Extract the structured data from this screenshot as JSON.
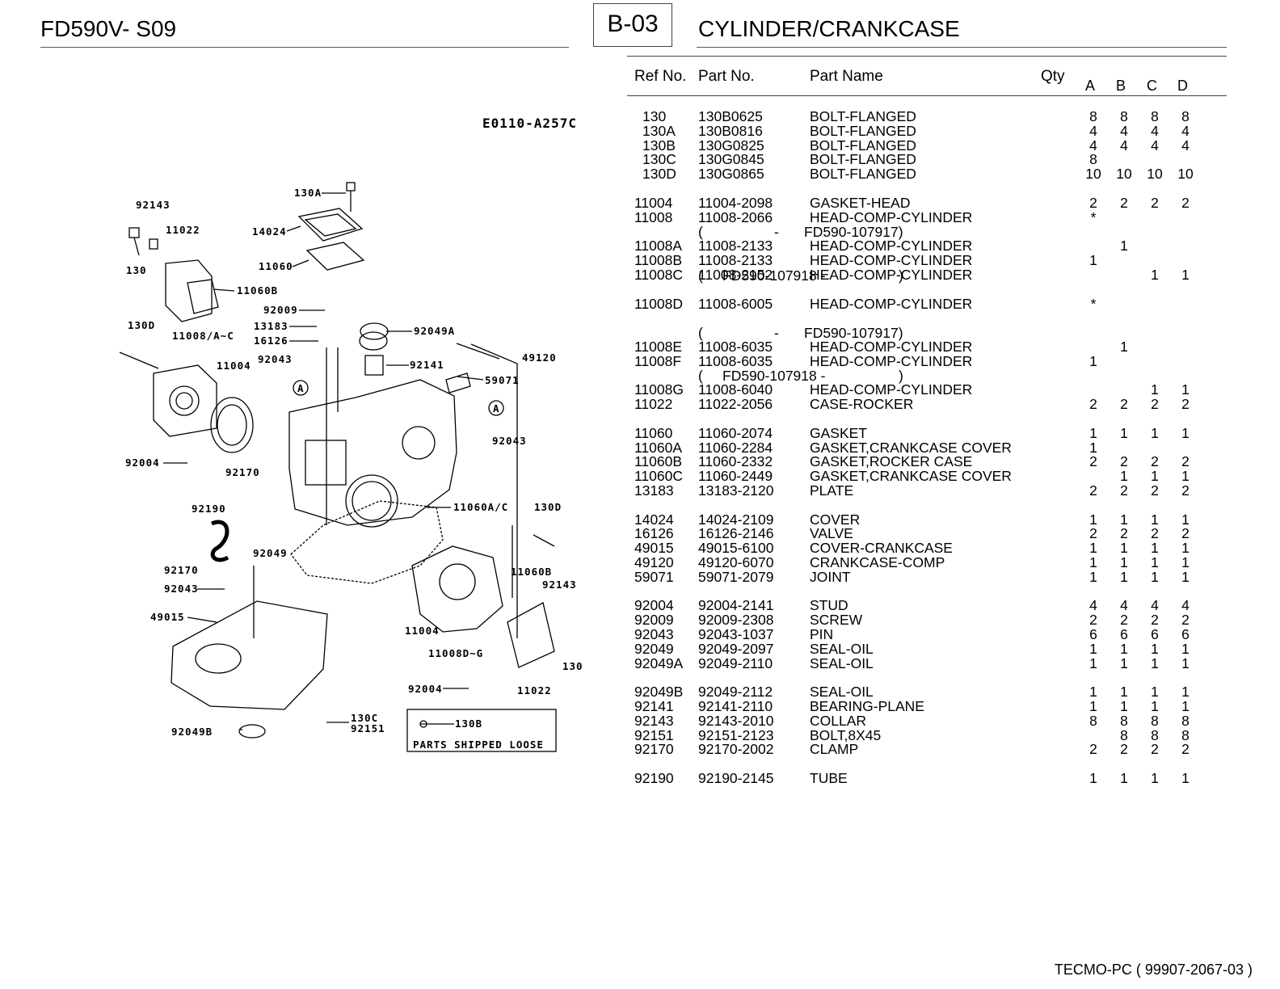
{
  "header": {
    "model": "FD590V- S09",
    "section_code": "B-03",
    "section_title": "CYLINDER/CRANKCASE"
  },
  "table": {
    "columns": {
      "ref": "Ref No.",
      "part": "Part No.",
      "name": "Part Name",
      "qty": "Qty",
      "a": "A",
      "b": "B",
      "c": "C",
      "d": "D"
    },
    "rows": [
      {
        "ref": "130",
        "part": "130B0625",
        "name": "BOLT-FLANGED",
        "a": "8",
        "b": "8",
        "c": "8",
        "d": "8"
      },
      {
        "ref": "130A",
        "part": "130B0816",
        "name": "BOLT-FLANGED",
        "a": "4",
        "b": "4",
        "c": "4",
        "d": "4"
      },
      {
        "ref": "130B",
        "part": "130G0825",
        "name": "BOLT-FLANGED",
        "a": "4",
        "b": "4",
        "c": "4",
        "d": "4"
      },
      {
        "ref": "130C",
        "part": "130G0845",
        "name": "BOLT-FLANGED",
        "a": "8",
        "b": "",
        "c": "",
        "d": ""
      },
      {
        "ref": "130D",
        "part": "130G0865",
        "name": "BOLT-FLANGED",
        "a": "10",
        "b": "10",
        "c": "10",
        "d": "10"
      },
      {
        "ref": "11004",
        "part": "11004-2098",
        "name": "GASKET-HEAD",
        "a": "2",
        "b": "2",
        "c": "2",
        "d": "2"
      },
      {
        "ref": "11008",
        "part": "11008-2066",
        "name": "HEAD-COMP-CYLINDER",
        "a": "*",
        "b": "",
        "c": "",
        "d": ""
      },
      {
        "ref": "11008A",
        "part": "11008-2133",
        "name": "HEAD-COMP-CYLINDER",
        "a": "",
        "b": "1",
        "c": "",
        "d": ""
      },
      {
        "ref": "11008B",
        "part": "11008-2133",
        "name": "HEAD-COMP-CYLINDER",
        "a": "1",
        "b": "",
        "c": "",
        "d": ""
      },
      {
        "ref": "11008C",
        "part": "11008-2152",
        "name": "HEAD-COMP-CYLINDER",
        "a": "",
        "b": "",
        "c": "1",
        "d": "1"
      },
      {
        "ref": "11008D",
        "part": "11008-6005",
        "name": "HEAD-COMP-CYLINDER",
        "a": "*",
        "b": "",
        "c": "",
        "d": ""
      },
      {
        "ref": "11008E",
        "part": "11008-6035",
        "name": "HEAD-COMP-CYLINDER",
        "a": "",
        "b": "1",
        "c": "",
        "d": ""
      },
      {
        "ref": "11008F",
        "part": "11008-6035",
        "name": "HEAD-COMP-CYLINDER",
        "a": "1",
        "b": "",
        "c": "",
        "d": ""
      },
      {
        "ref": "11008G",
        "part": "11008-6040",
        "name": "HEAD-COMP-CYLINDER",
        "a": "",
        "b": "",
        "c": "1",
        "d": "1"
      },
      {
        "ref": "11022",
        "part": "11022-2056",
        "name": "CASE-ROCKER",
        "a": "2",
        "b": "2",
        "c": "2",
        "d": "2"
      },
      {
        "ref": "11060",
        "part": "11060-2074",
        "name": "GASKET",
        "a": "1",
        "b": "1",
        "c": "1",
        "d": "1"
      },
      {
        "ref": "11060A",
        "part": "11060-2284",
        "name": "GASKET,CRANKCASE COVER",
        "a": "1",
        "b": "",
        "c": "",
        "d": ""
      },
      {
        "ref": "11060B",
        "part": "11060-2332",
        "name": "GASKET,ROCKER CASE",
        "a": "2",
        "b": "2",
        "c": "2",
        "d": "2"
      },
      {
        "ref": "11060C",
        "part": "11060-2449",
        "name": "GASKET,CRANKCASE COVER",
        "a": "",
        "b": "1",
        "c": "1",
        "d": "1"
      },
      {
        "ref": "13183",
        "part": "13183-2120",
        "name": "PLATE",
        "a": "2",
        "b": "2",
        "c": "2",
        "d": "2"
      },
      {
        "ref": "14024",
        "part": "14024-2109",
        "name": "COVER",
        "a": "1",
        "b": "1",
        "c": "1",
        "d": "1"
      },
      {
        "ref": "16126",
        "part": "16126-2146",
        "name": "VALVE",
        "a": "2",
        "b": "2",
        "c": "2",
        "d": "2"
      },
      {
        "ref": "49015",
        "part": "49015-6100",
        "name": "COVER-CRANKCASE",
        "a": "1",
        "b": "1",
        "c": "1",
        "d": "1"
      },
      {
        "ref": "49120",
        "part": "49120-6070",
        "name": "CRANKCASE-COMP",
        "a": "1",
        "b": "1",
        "c": "1",
        "d": "1"
      },
      {
        "ref": "59071",
        "part": "59071-2079",
        "name": "JOINT",
        "a": "1",
        "b": "1",
        "c": "1",
        "d": "1"
      },
      {
        "ref": "92004",
        "part": "92004-2141",
        "name": "STUD",
        "a": "4",
        "b": "4",
        "c": "4",
        "d": "4"
      },
      {
        "ref": "92009",
        "part": "92009-2308",
        "name": "SCREW",
        "a": "2",
        "b": "2",
        "c": "2",
        "d": "2"
      },
      {
        "ref": "92043",
        "part": "92043-1037",
        "name": "PIN",
        "a": "6",
        "b": "6",
        "c": "6",
        "d": "6"
      },
      {
        "ref": "92049",
        "part": "92049-2097",
        "name": "SEAL-OIL",
        "a": "1",
        "b": "1",
        "c": "1",
        "d": "1"
      },
      {
        "ref": "92049A",
        "part": "92049-2110",
        "name": "SEAL-OIL",
        "a": "1",
        "b": "1",
        "c": "1",
        "d": "1"
      },
      {
        "ref": "92049B",
        "part": "92049-2112",
        "name": "SEAL-OIL",
        "a": "1",
        "b": "1",
        "c": "1",
        "d": "1"
      },
      {
        "ref": "92141",
        "part": "92141-2110",
        "name": "BEARING-PLANE",
        "a": "1",
        "b": "1",
        "c": "1",
        "d": "1"
      },
      {
        "ref": "92143",
        "part": "92143-2010",
        "name": "COLLAR",
        "a": "8",
        "b": "8",
        "c": "8",
        "d": "8"
      },
      {
        "ref": "92151",
        "part": "92151-2123",
        "name": "BOLT,8X45",
        "a": "",
        "b": "8",
        "c": "8",
        "d": "8"
      },
      {
        "ref": "92170",
        "part": "92170-2002",
        "name": "CLAMP",
        "a": "2",
        "b": "2",
        "c": "2",
        "d": "2"
      },
      {
        "ref": "92190",
        "part": "92190-2145",
        "name": "TUBE",
        "a": "1",
        "b": "1",
        "c": "1",
        "d": "1"
      }
    ],
    "notes": [
      {
        "open": "(",
        "mid": "-",
        "text": "FD590-107917)"
      },
      {
        "open": "(",
        "text": "FD590-107918 -",
        "close": ")"
      },
      {
        "open": "(",
        "mid": "-",
        "text": "FD590-107917)"
      },
      {
        "open": "(",
        "text": "FD590-107918 -",
        "close": ")"
      }
    ]
  },
  "diagram": {
    "code": "E0110-A257C",
    "loose_note": "PARTS SHIPPED LOOSE",
    "loose_part": "130B",
    "callouts": [
      "130A",
      "92143",
      "11022",
      "14024",
      "130",
      "11060",
      "11060B",
      "92009",
      "130D",
      "13183",
      "92049A",
      "11008/A~C",
      "16126",
      "92043",
      "92141",
      "49120",
      "11004",
      "59071",
      "A",
      "A",
      "92043",
      "92004",
      "92170",
      "92190",
      "11060A/C",
      "130D",
      "92049",
      "92170",
      "11060B",
      "92143",
      "92043",
      "49015",
      "11004",
      "11008D~G",
      "130",
      "92004",
      "11022",
      "130C",
      "92151",
      "92049B"
    ]
  },
  "footer": {
    "text": "TECMO-PC  ( 99907-2067-03 )"
  }
}
